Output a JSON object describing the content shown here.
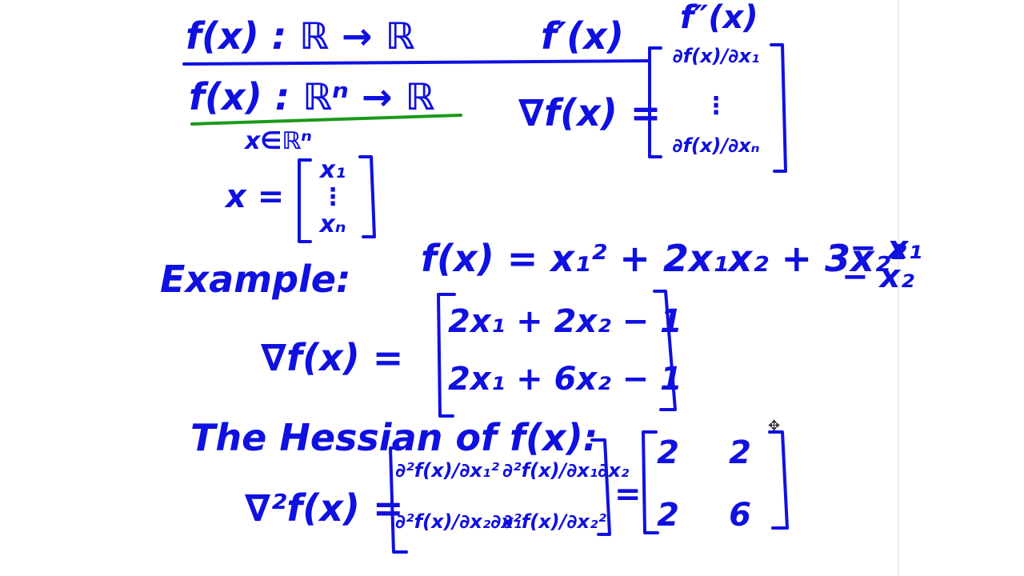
{
  "colors": {
    "ink": "#1010e0",
    "underline_green": "#1a9a1a",
    "page": "#ffffff"
  },
  "line1": {
    "left": "f(x) : ℝ → ℝ",
    "right": "f′(x)",
    "above": "f″(x)"
  },
  "line2": {
    "left": "f(x) : ℝⁿ → ℝ",
    "domain": "x∈ℝⁿ"
  },
  "gradient_def": {
    "lhs": "∇f(x) =",
    "entries": [
      "∂f(x)/∂x₁",
      "⋮",
      "∂f(x)/∂xₙ"
    ]
  },
  "vector_x": {
    "lhs": "x =",
    "entries": [
      "x₁",
      "⋮",
      "xₙ"
    ]
  },
  "example": {
    "label": "Example:",
    "function": "f(x) = x₁² + 2x₁x₂ + 3x₂²",
    "extra_1": "− x₁",
    "extra_2": "− x₂"
  },
  "gradient_example": {
    "lhs": "∇f(x) =",
    "rows": [
      "2x₁ + 2x₂ − 1",
      "2x₁ + 6x₂ − 1"
    ]
  },
  "hessian": {
    "title": "The Hessian of f(x):",
    "lhs": "∇²f(x) =",
    "symbolic": [
      [
        "∂²f(x)/∂x₁²",
        "∂²f(x)/∂x₁∂x₂"
      ],
      [
        "∂²f(x)/∂x₂∂x₁",
        "∂²f(x)/∂x₂²"
      ]
    ],
    "eq": "=",
    "numeric": [
      [
        "2",
        "2"
      ],
      [
        "2",
        "6"
      ]
    ]
  }
}
